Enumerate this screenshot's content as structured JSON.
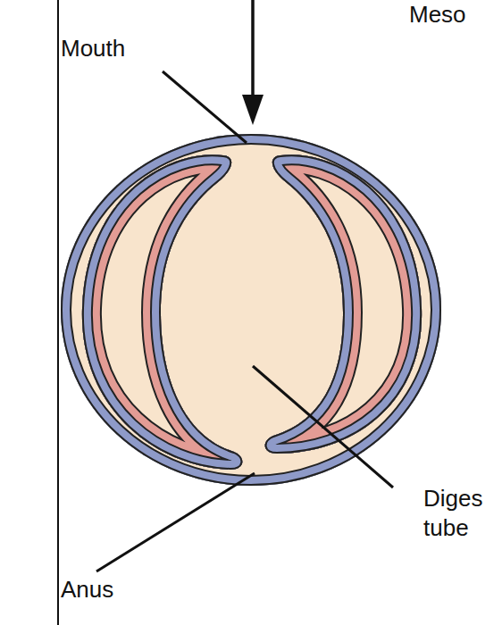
{
  "diagram": {
    "labels": [
      "Meso",
      "Mouth",
      "Diges tube",
      "Anus"
    ]
  }
}
